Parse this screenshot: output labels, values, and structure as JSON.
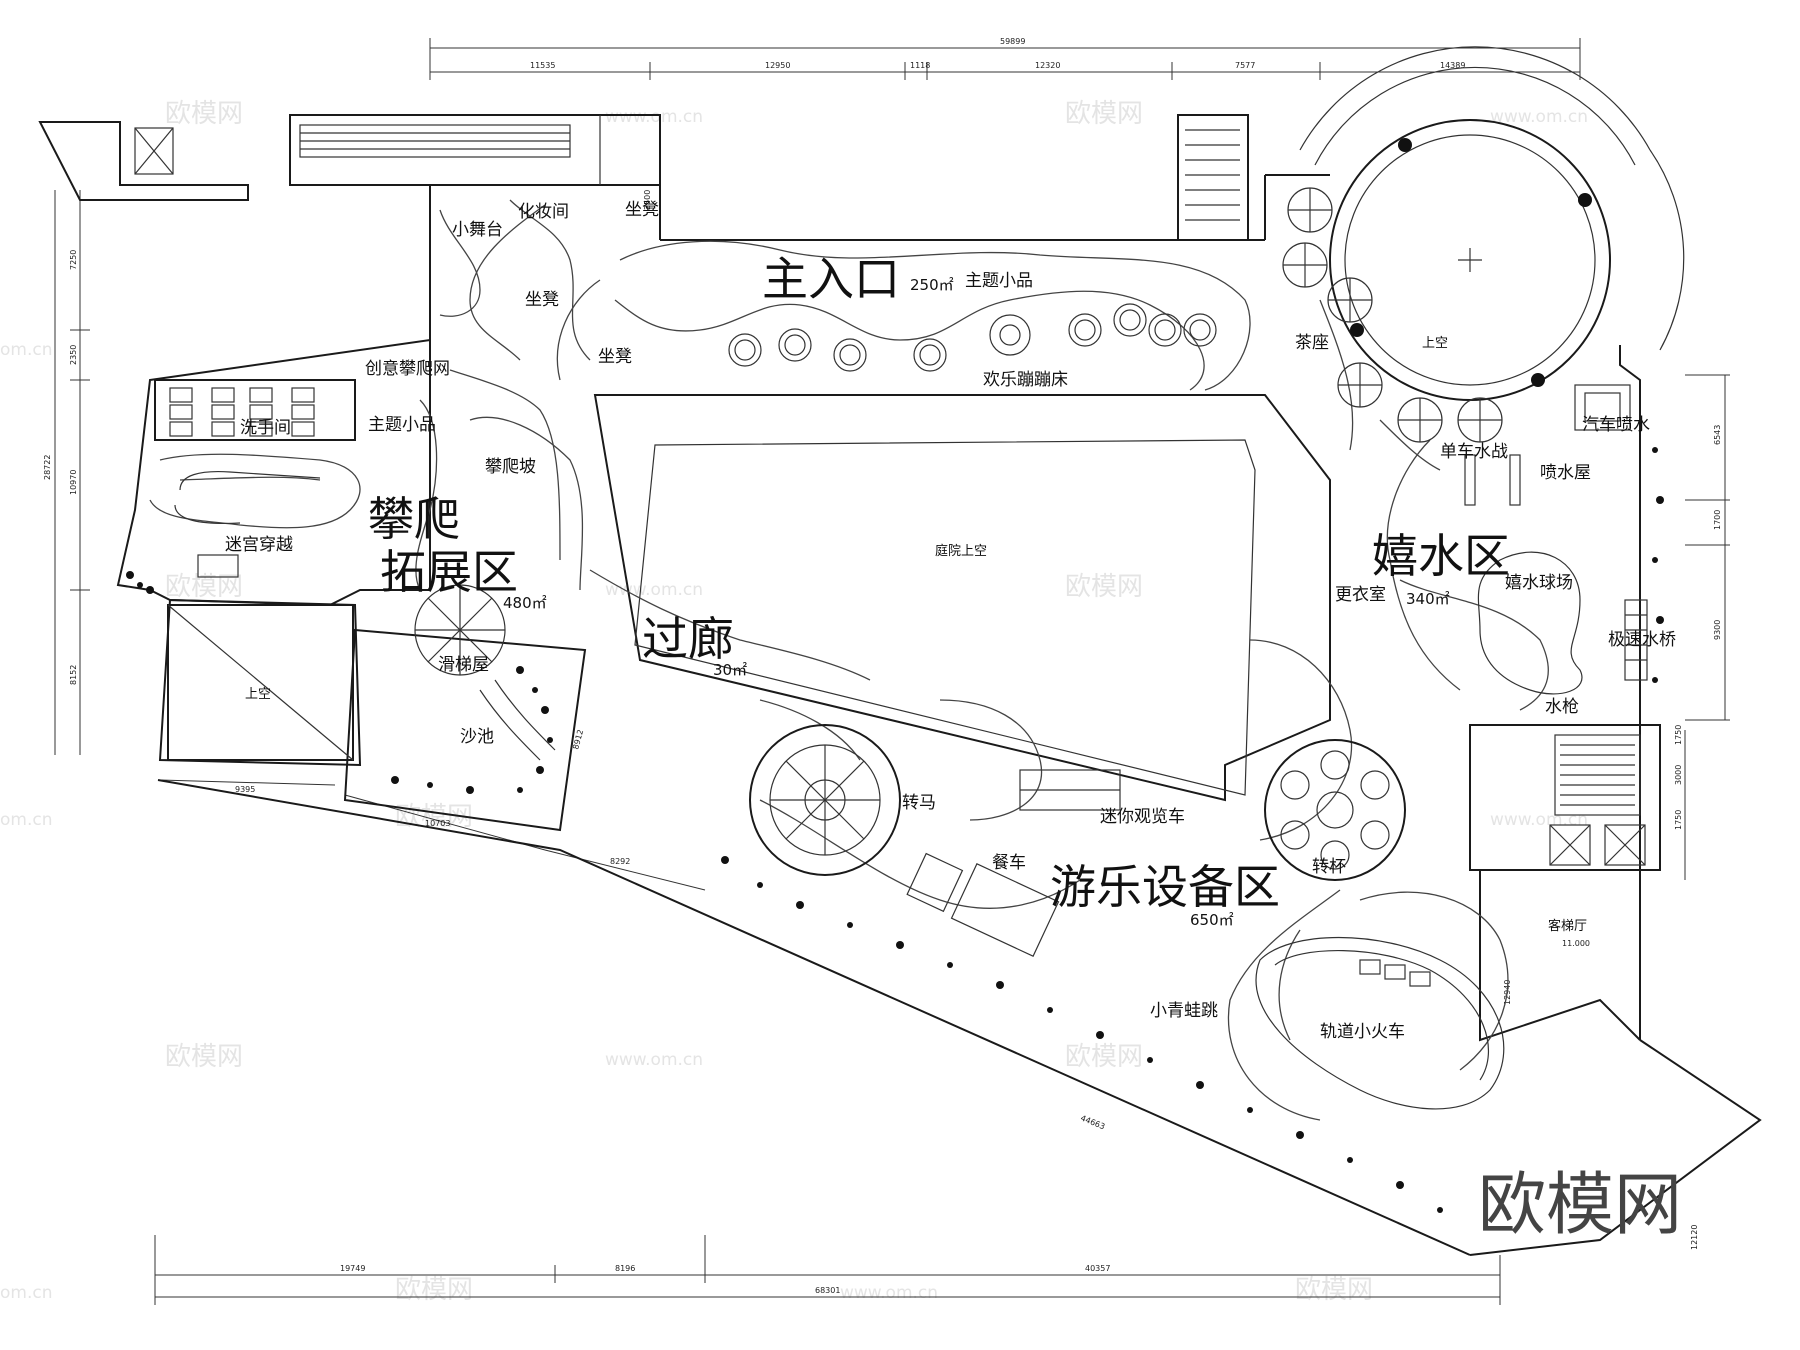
{
  "zones": {
    "main_entrance": {
      "name": "主入口",
      "area": "250㎡"
    },
    "climbing": {
      "name_line1": "攀爬",
      "name_line2": "拓展区",
      "area": "480㎡"
    },
    "water": {
      "name": "嬉水区",
      "area": "340㎡"
    },
    "corridor": {
      "name": "过廊",
      "area": "30㎡"
    },
    "rides": {
      "name": "游乐设备区",
      "area": "650㎡"
    }
  },
  "labels": {
    "small_stage": "小舞台",
    "makeup_room": "化妆间",
    "bench_1": "坐凳",
    "bench_2": "坐凳",
    "bench_3": "坐凳",
    "theme_piece_top": "主题小品",
    "trampoline": "欢乐蹦蹦床",
    "creative_net": "创意攀爬网",
    "theme_piece_left": "主题小品",
    "washroom": "洗手间",
    "climbing_slope": "攀爬坡",
    "maze": "迷宫穿越",
    "void_left": "上空",
    "slide_house": "滑梯屋",
    "sandpit": "沙池",
    "courtyard_void": "庭院上空",
    "tea_seats": "茶座",
    "void_circle": "上空",
    "bike_water": "单车水战",
    "spray_house": "喷水屋",
    "car_spray": "汽车喷水",
    "changing_room": "更衣室",
    "water_ball": "嬉水球场",
    "water_bridge": "极速水桥",
    "water_gun": "水枪",
    "carousel": "转马",
    "mini_ferris": "迷你观览车",
    "teacups": "转杯",
    "dining_car": "餐车",
    "frog_jump": "小青蛙跳",
    "mini_train": "轨道小火车",
    "elevator_hall": "客梯厅",
    "elevator_level": "11.000"
  },
  "dimensions": {
    "top_total": "59899",
    "top_segments": [
      "11535",
      "12950",
      "1118",
      "12320",
      "7577",
      "14389"
    ],
    "bottom_total": "68301",
    "bottom_segments": [
      "19749",
      "8196",
      "40357"
    ],
    "left_total": "28722",
    "left_segments": [
      "7250",
      "2350",
      "10970",
      "8152"
    ],
    "right_segments": [
      "6543",
      "1700",
      "9300"
    ],
    "right_lower": [
      "1750",
      "3000",
      "1750"
    ],
    "misc": [
      "9395",
      "10703",
      "8292",
      "8912",
      "44663",
      "12120",
      "2500",
      "12940"
    ]
  },
  "watermarks": {
    "text": "欧模网",
    "url": "www.om.cn",
    "url_partial": "om.cn",
    "brand": "欧模网"
  },
  "colors": {
    "line": "#1a1a1a",
    "watermark": "#e4e4e4",
    "brand": "#444444"
  }
}
